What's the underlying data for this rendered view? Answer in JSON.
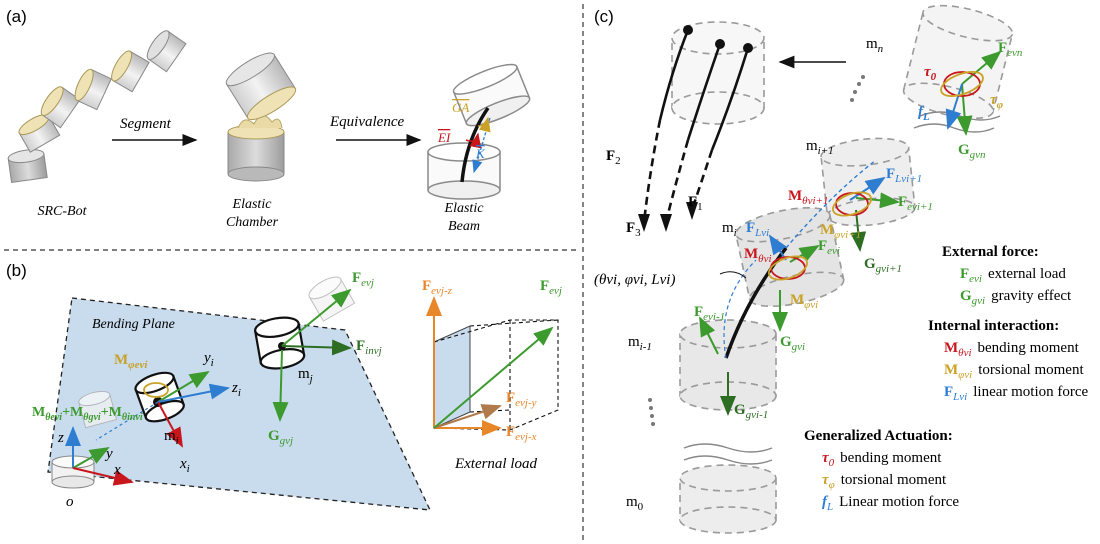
{
  "panel_a": {
    "label": "(a)",
    "arrow1": "Segment",
    "arrow2": "Equivalence",
    "items": [
      "SRC-Bot",
      "Elastic",
      "Chamber",
      "Elastic",
      "Beam"
    ],
    "beam_labels": {
      "GA": "GA",
      "EI": "EI",
      "K": "K"
    }
  },
  "panel_b": {
    "label": "(b)",
    "plane": "Bending Plane",
    "moment_phi": "M",
    "moment_phi_sub": "φevi",
    "moment_sum": [
      "M",
      "θevi",
      "+M",
      "θgvi",
      "+M",
      "θinvi"
    ],
    "axes_i": {
      "y": "y",
      "z": "z",
      "x": "x",
      "sub": "i"
    },
    "mi": "m",
    "mi_sub": "i",
    "mj": "m",
    "mj_sub": "j",
    "F": "F",
    "sub_evj": "evj",
    "sub_invj": "invj",
    "G": "G",
    "sub_gvj": "gvj",
    "origin": {
      "z": "z",
      "y": "y",
      "x": "x",
      "o": "o"
    },
    "ext_load": "External load",
    "ext_sub_z": "evj-z",
    "ext_sub_y": "evj-y",
    "ext_sub_x": "evj-x"
  },
  "panel_c": {
    "label": "(c)",
    "mn": "m",
    "mn_sub": "n",
    "mi1": "m",
    "mi1_sub": "i+1",
    "mi": "m",
    "mi_sub": "i",
    "mim1": "m",
    "mim1_sub": "i-1",
    "m0": "m",
    "m0_sub": "0",
    "F1": "F",
    "F1_sub": "1",
    "F2": "F",
    "F2_sub": "2",
    "F3": "F",
    "F3_sub": "3",
    "state": "(θvi, φvi, Lvi)",
    "tau0": "τ",
    "tau0_sub": "0",
    "taup": "τ",
    "taup_sub": "φ",
    "fL": "f",
    "fL_sub": "L",
    "F": "F",
    "G": "G",
    "M": "M",
    "sub_evn": "evn",
    "sub_gvn": "gvn",
    "sub_Lvi1": "Lvi+1",
    "sub_thvi1": "θvi+1",
    "sub_evi1": "evi+1",
    "sub_phvi1": "φvi+1",
    "sub_gvi1": "gvi+1",
    "sub_Lvi": "Lvi",
    "sub_thvi": "θvi",
    "sub_evi": "evi",
    "sub_phvi": "φvi",
    "sub_gvi": "gvi",
    "sub_evim1": "evi-1",
    "sub_gvim1": "gvi-1"
  },
  "legend": {
    "ext_title": "External force:",
    "ext_rows": [
      {
        "sym": "F",
        "sub": "evi",
        "text": "external load"
      },
      {
        "sym": "G",
        "sub": "gvi",
        "text": "gravity effect"
      }
    ],
    "int_title": "Internal interaction:",
    "int_rows": [
      {
        "sym": "M",
        "sub": "θvi",
        "text": "bending moment"
      },
      {
        "sym": "M",
        "sub": "φvi",
        "text": "torsional moment"
      },
      {
        "sym": "F",
        "sub": "Lvi",
        "text": "linear motion force"
      }
    ],
    "act_title": "Generalized Actuation:",
    "act_rows": [
      {
        "sym": "τ",
        "sub": "0",
        "text": "bending moment"
      },
      {
        "sym": "τ",
        "sub": "φ",
        "text": "torsional moment"
      },
      {
        "sym": "f",
        "sub": "L",
        "text": "Linear motion force"
      }
    ]
  },
  "colors": {
    "green": "#3d9a2e",
    "dark_green": "#2d6e23",
    "red": "#c8161d",
    "blue": "#2e7dd1",
    "orange": "#e8862a",
    "gold": "#c9a227",
    "plane": "#c8dcee",
    "ghost": "#9a9a9a"
  }
}
